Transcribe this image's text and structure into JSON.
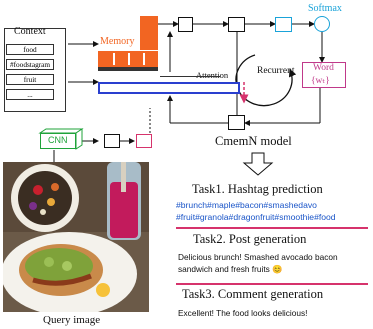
{
  "context": {
    "title": "Context",
    "items": [
      "food",
      "#foodstagram",
      "fruit",
      "..."
    ]
  },
  "memory_label": "Memory",
  "attention_label": "Attention",
  "softmax_label": "Softmax",
  "recurrent_label": "Recurrent",
  "word_box": {
    "line1": "Word",
    "line2": "{wₜ}"
  },
  "cnn_label": "CNN",
  "model_label": "CmemN model",
  "query_label": "Query image",
  "tasks": [
    {
      "title": "Task1. Hashtag prediction",
      "lines": [
        "#brunch#maple#bacon#smashedavo",
        "#fruit#granola#dragonfruit#smoothie#food"
      ]
    },
    {
      "title": "Task2. Post generation",
      "lines": [
        "Delicious brunch! Smashed avocado bacon",
        "sandwich and fresh fruits 😊"
      ]
    },
    {
      "title": "Task3. Comment generation",
      "lines": [
        "Excellent! The food looks delicious!"
      ]
    }
  ],
  "colors": {
    "memory": "#f26522",
    "softmax": "#1aa3d9",
    "word": "#c0398a",
    "cnn": "#1fa33a",
    "rule": "#d6336c",
    "hashtag": "#1a55c8",
    "attention_box": "#2a3fcf"
  }
}
